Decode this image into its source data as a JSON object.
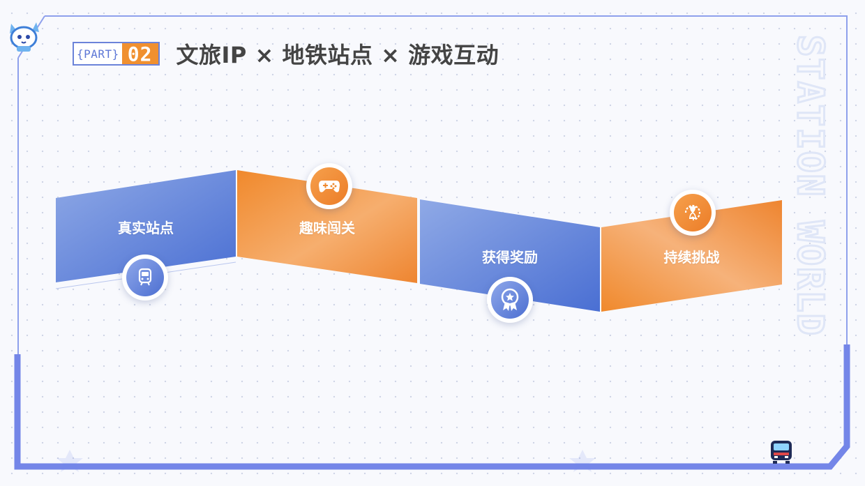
{
  "header": {
    "part_label": "{PART}",
    "part_number": "02",
    "title": "文旅IP × 地铁站点 × 游戏互动"
  },
  "watermark": "STATION WORLD",
  "steps": [
    {
      "label": "真实站点",
      "icon": "train-icon",
      "color": "#5b7fd9"
    },
    {
      "label": "趣味闯关",
      "icon": "gamepad-icon",
      "color": "#ef8a2f"
    },
    {
      "label": "获得奖励",
      "icon": "award-badge-icon",
      "color": "#5b7fd9"
    },
    {
      "label": "持续挑战",
      "icon": "hourglass-icon",
      "color": "#ef8a2f"
    }
  ],
  "colors": {
    "blue": "#5b7fd9",
    "orange": "#ef8a2f",
    "frame": "#7b8fe6",
    "frame_thin": "#8ea0ec"
  }
}
